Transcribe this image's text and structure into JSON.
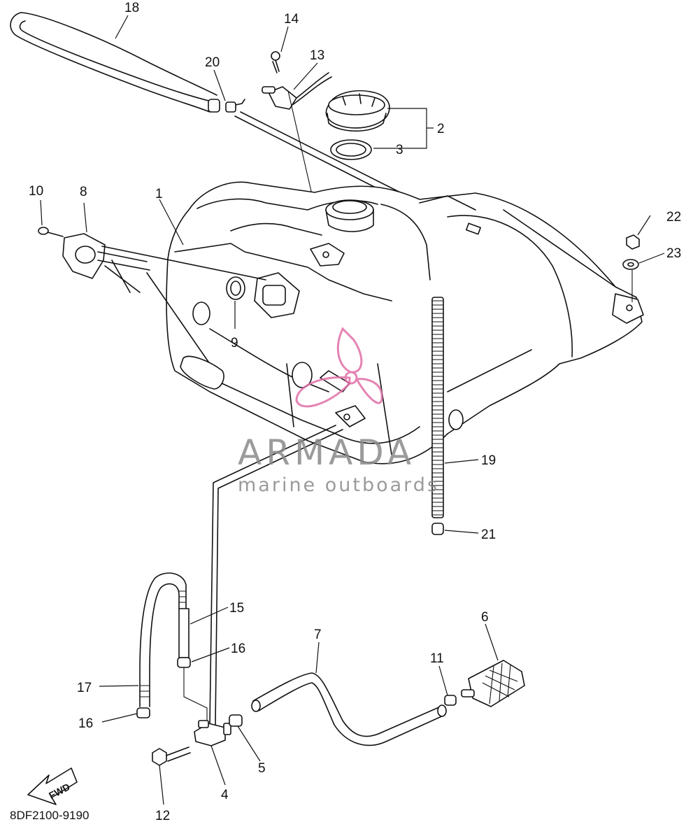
{
  "diagram": {
    "callouts": {
      "c1": "1",
      "c2": "2",
      "c3": "3",
      "c4": "4",
      "c5": "5",
      "c6": "6",
      "c7": "7",
      "c8": "8",
      "c9": "9",
      "c10": "10",
      "c11": "11",
      "c12": "12",
      "c13": "13",
      "c14": "14",
      "c15": "15",
      "c16a": "16",
      "c16b": "16",
      "c17": "17",
      "c18": "18",
      "c19": "19",
      "c20": "20",
      "c21": "21",
      "c22": "22",
      "c23": "23"
    },
    "fwd_arrow_label": "FWD",
    "diagram_code": "8DF2100-9190"
  },
  "watermark": {
    "title": "ARMADA",
    "subtitle": "marine outboards",
    "colors": {
      "title": "#8a8a8a",
      "subtitle": "#8a8a8a",
      "logo": "#e06fa7"
    }
  },
  "colors": {
    "line": "#111111",
    "background": "#ffffff"
  }
}
